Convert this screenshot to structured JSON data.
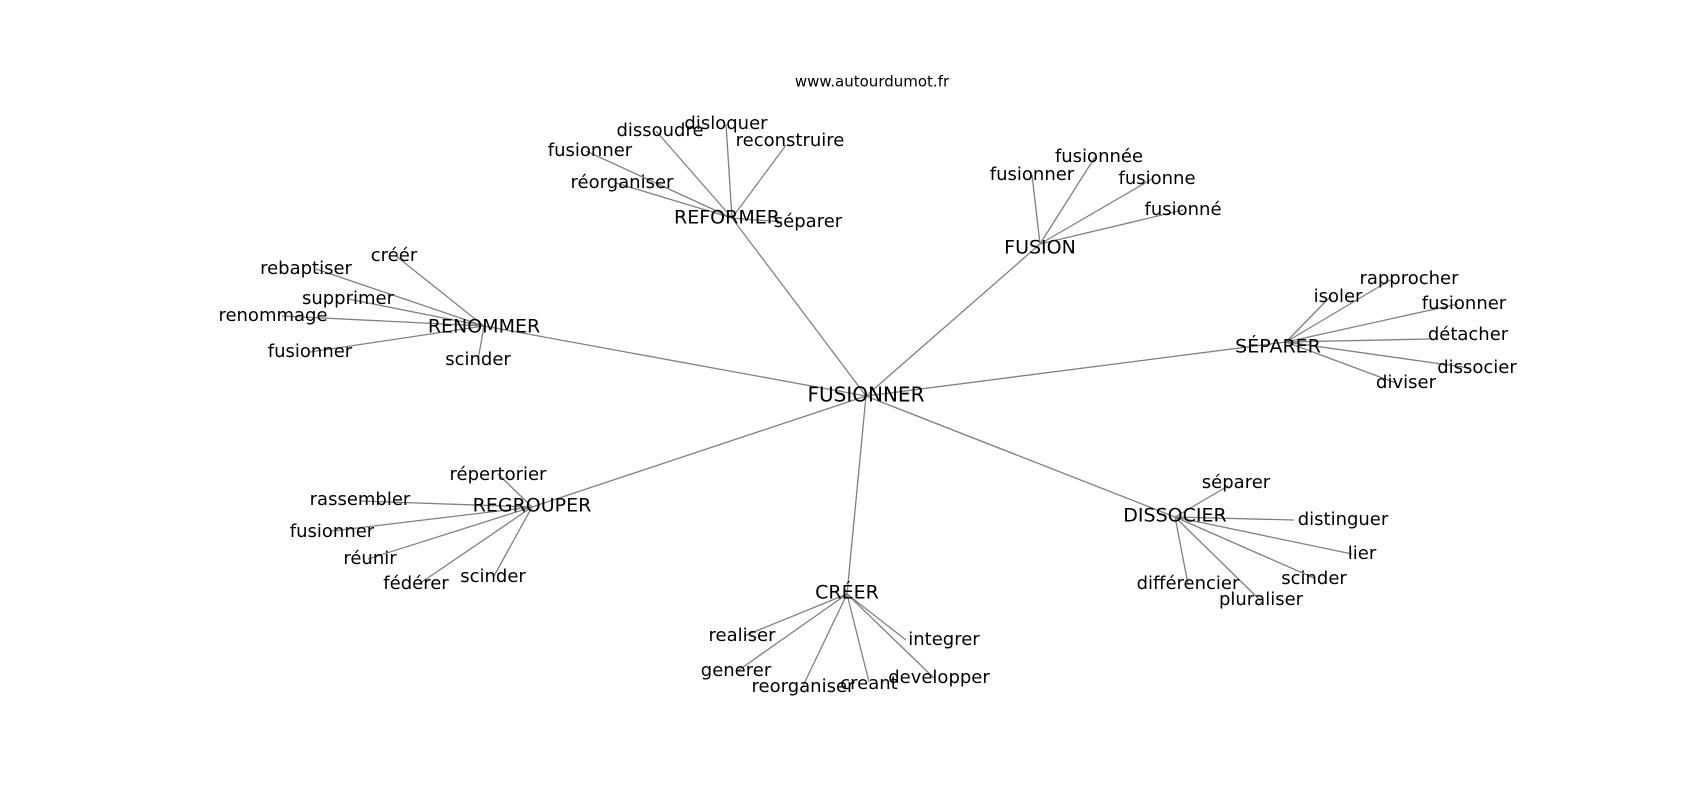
{
  "source": "www.autourdumot.fr",
  "center": "FUSIONNER",
  "clusters": [
    {
      "hub": "REFORMER",
      "words": [
        "dissoudre",
        "disloquer",
        "reconstruire",
        "fusionner",
        "réorganiser",
        "séparer"
      ]
    },
    {
      "hub": "FUSION",
      "words": [
        "fusionnée",
        "fusionner",
        "fusionne",
        "fusionné"
      ]
    },
    {
      "hub": "RENOMMER",
      "words": [
        "créér",
        "rebaptiser",
        "supprimer",
        "renommage",
        "fusionner",
        "scinder"
      ]
    },
    {
      "hub": "SÉPARER",
      "words": [
        "rapprocher",
        "isoler",
        "fusionner",
        "détacher",
        "dissocier",
        "diviser"
      ]
    },
    {
      "hub": "REGROUPER",
      "words": [
        "répertorier",
        "rassembler",
        "fusionner",
        "réunir",
        "fédérer",
        "scinder"
      ]
    },
    {
      "hub": "DISSOCIER",
      "words": [
        "séparer",
        "distinguer",
        "lier",
        "scinder",
        "différencier",
        "pluraliser"
      ]
    },
    {
      "hub": "CRÉER",
      "words": [
        "realiser",
        "integrer",
        "generer",
        "developper",
        "reorganiser",
        "creant"
      ]
    }
  ]
}
